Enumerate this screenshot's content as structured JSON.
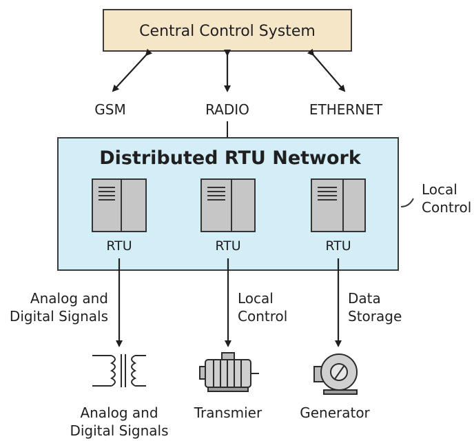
{
  "central_system": {
    "label": "Central Control System",
    "fill": "#f5e6c8"
  },
  "links": [
    {
      "label": "GSM"
    },
    {
      "label": "RADIO"
    },
    {
      "label": "ETHERNET"
    }
  ],
  "network": {
    "title": "Distributed RTU Network",
    "fill": "#d4eef8"
  },
  "local_control_side": {
    "line1": "Local",
    "line2": "Control"
  },
  "rtus": [
    {
      "label": "RTU",
      "output_line1": "Analog and",
      "output_line2": "Digital Signals",
      "device_label_line1": "Analog and",
      "device_label_line2": "Digital Signals",
      "device_icon": "transformer-icon"
    },
    {
      "label": "RTU",
      "output_line1": "Local",
      "output_line2": "Control",
      "device_label_line1": "Transmier",
      "device_label_line2": "",
      "device_icon": "motor-icon"
    },
    {
      "label": "RTU",
      "output_line1": "Data",
      "output_line2": "Storage",
      "device_label_line1": "Generator",
      "device_label_line2": "",
      "device_icon": "generator-icon"
    }
  ]
}
